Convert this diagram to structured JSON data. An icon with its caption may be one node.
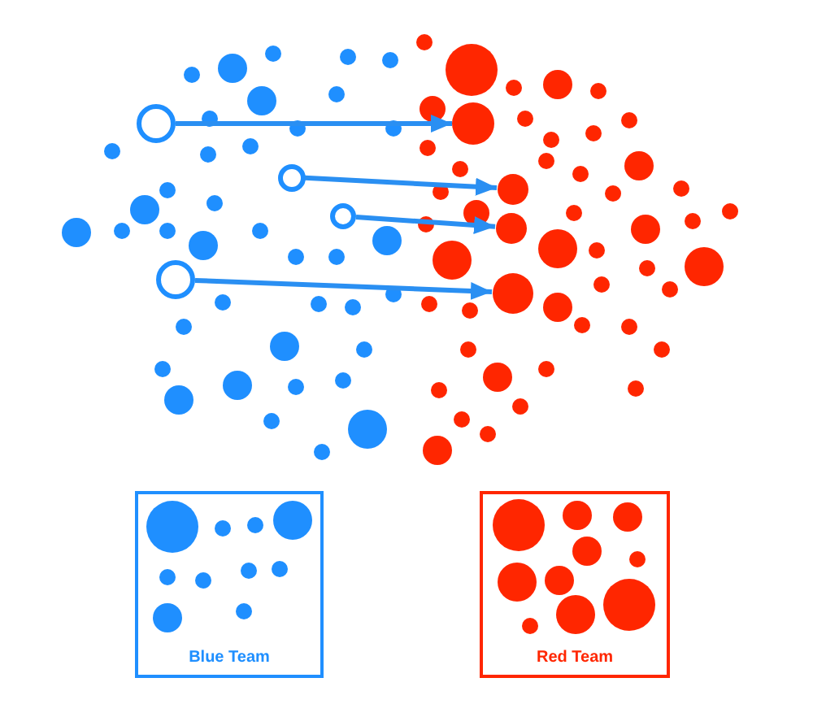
{
  "diagram": {
    "nodes": [
      {
        "text": [],
        "shape": "circle"
      },
      {
        "text": [],
        "shape": "circle"
      },
      {
        "text": [],
        "shape": "circle"
      },
      {
        "text": [],
        "shape": "circle"
      },
      {
        "text": [],
        "shape": "circle"
      },
      {
        "text": [],
        "shape": "circle"
      },
      {
        "text": [],
        "shape": "circle"
      },
      {
        "text": [],
        "shape": "circle"
      },
      {
        "text": [],
        "shape": "circle"
      },
      {
        "text": [],
        "shape": "circle"
      },
      {
        "text": [],
        "shape": "circle"
      },
      {
        "text": [],
        "shape": "circle"
      },
      {
        "text": [],
        "shape": "circle"
      },
      {
        "text": [],
        "shape": "circle"
      },
      {
        "text": [],
        "shape": "circle"
      },
      {
        "text": [],
        "shape": "circle"
      },
      {
        "text": [],
        "shape": "circle"
      },
      {
        "text": [],
        "shape": "circle"
      },
      {
        "text": [],
        "shape": "circle"
      },
      {
        "text": [],
        "shape": "circle"
      },
      {
        "text": [],
        "shape": "circle"
      },
      {
        "text": [],
        "shape": "circle"
      },
      {
        "text": [],
        "shape": "circle"
      },
      {
        "text": [],
        "shape": "circle"
      },
      {
        "text": [],
        "shape": "circle"
      },
      {
        "text": [],
        "shape": "circle"
      },
      {
        "text": [],
        "shape": "circle"
      },
      {
        "text": [],
        "shape": "circle"
      },
      {
        "text": [],
        "shape": "circle"
      },
      {
        "text": [],
        "shape": "circle"
      },
      {
        "text": [],
        "shape": "circle"
      },
      {
        "text": [],
        "shape": "circle"
      },
      {
        "text": [],
        "shape": "circle"
      },
      {
        "text": [],
        "shape": "circle"
      },
      {
        "text": [],
        "shape": "circle"
      },
      {
        "text": [],
        "shape": "circle"
      },
      {
        "text": [],
        "shape": "circle"
      },
      {
        "text": [],
        "shape": "circle"
      },
      {
        "text": [],
        "shape": "circle"
      },
      {
        "text": [],
        "shape": "circle"
      },
      {
        "text": [],
        "shape": "circle"
      },
      {
        "text": [],
        "shape": "circle"
      },
      {
        "text": [],
        "shape": "circle"
      },
      {
        "text": [],
        "shape": "circle"
      },
      {
        "text": [],
        "shape": "circle"
      },
      {
        "text": [],
        "shape": "circle"
      },
      {
        "text": [],
        "shape": "circle"
      },
      {
        "text": [],
        "shape": "circle"
      },
      {
        "text": [],
        "shape": "circle"
      },
      {
        "text": [],
        "shape": "circle"
      },
      {
        "text": [],
        "shape": "circle"
      },
      {
        "text": [],
        "shape": "circle"
      },
      {
        "text": [],
        "shape": "circle"
      },
      {
        "text": [],
        "shape": "circle"
      },
      {
        "text": [],
        "shape": "circle"
      },
      {
        "text": [],
        "shape": "circle"
      },
      {
        "text": [],
        "shape": "circle"
      },
      {
        "text": [],
        "shape": "circle"
      },
      {
        "text": [],
        "shape": "circle"
      },
      {
        "text": [],
        "shape": "circle"
      },
      {
        "text": [],
        "shape": "circle"
      },
      {
        "text": [],
        "shape": "circle"
      },
      {
        "text": [],
        "shape": "circle"
      },
      {
        "text": [],
        "shape": "circle"
      },
      {
        "text": [],
        "shape": "circle"
      },
      {
        "text": [],
        "shape": "circle"
      },
      {
        "text": [],
        "shape": "circle"
      },
      {
        "text": [],
        "shape": "circle"
      },
      {
        "text": [],
        "shape": "circle"
      },
      {
        "text": [],
        "shape": "circle"
      },
      {
        "text": [],
        "shape": "circle"
      },
      {
        "text": [],
        "shape": "circle"
      },
      {
        "text": [],
        "shape": "circle"
      },
      {
        "text": [],
        "shape": "circle"
      },
      {
        "text": [],
        "shape": "circle"
      },
      {
        "text": [],
        "shape": "circle"
      },
      {
        "text": [],
        "shape": "circle"
      },
      {
        "text": [],
        "shape": "circle"
      },
      {
        "text": [],
        "shape": "circle"
      },
      {
        "text": [],
        "shape": "circle"
      },
      {
        "text": [],
        "shape": "circle"
      },
      {
        "text": [],
        "shape": "circle"
      },
      {
        "text": [],
        "shape": "circle"
      },
      {
        "text": [],
        "shape": "circle"
      },
      {
        "text": [],
        "shape": "circle"
      },
      {
        "text": [],
        "shape": "circle"
      },
      {
        "text": [],
        "shape": "circle"
      },
      {
        "text": [],
        "shape": "circle"
      },
      {
        "text": [],
        "shape": "circle"
      },
      {
        "text": [],
        "shape": "circle"
      },
      {
        "text": [],
        "shape": "circle"
      },
      {
        "text": [],
        "shape": "circle"
      },
      {
        "text": [],
        "shape": "circle"
      },
      {
        "text": [
          "Blue Team"
        ]
      },
      {
        "text": [],
        "shape": "circle",
        "in": 93
      },
      {
        "text": [],
        "shape": "circle",
        "in": 93
      },
      {
        "text": [],
        "shape": "circle",
        "in": 93
      },
      {
        "text": [],
        "shape": "circle",
        "in": 93
      },
      {
        "text": [],
        "shape": "circle",
        "in": 93
      },
      {
        "text": [],
        "shape": "circle",
        "in": 93
      },
      {
        "text": [],
        "shape": "circle",
        "in": 93
      },
      {
        "text": [],
        "shape": "circle",
        "in": 93
      },
      {
        "text": [],
        "shape": "circle",
        "in": 93
      },
      {
        "text": [],
        "shape": "circle",
        "in": 93
      },
      {
        "text": [
          "Red Team"
        ]
      },
      {
        "text": [],
        "shape": "circle",
        "in": 104
      },
      {
        "text": [],
        "shape": "circle",
        "in": 104
      },
      {
        "text": [],
        "shape": "circle",
        "in": 104
      },
      {
        "text": [],
        "shape": "circle",
        "in": 104
      },
      {
        "text": [],
        "shape": "circle",
        "in": 104
      },
      {
        "text": [],
        "shape": "circle",
        "in": 104
      },
      {
        "text": [],
        "shape": "circle",
        "in": 104
      },
      {
        "text": [],
        "shape": "circle",
        "in": 104
      },
      {
        "text": [],
        "shape": "circle",
        "in": 104
      },
      {
        "text": [],
        "shape": "circle",
        "in": 104
      }
    ],
    "edges": [
      {
        "from": 16,
        "to": 17,
        "arrow": "to"
      },
      {
        "from": 30,
        "to": 31,
        "arrow": "to"
      },
      {
        "from": 41,
        "to": 44,
        "arrow": "to"
      },
      {
        "from": 59,
        "to": 62,
        "arrow": "to"
      }
    ]
  }
}
